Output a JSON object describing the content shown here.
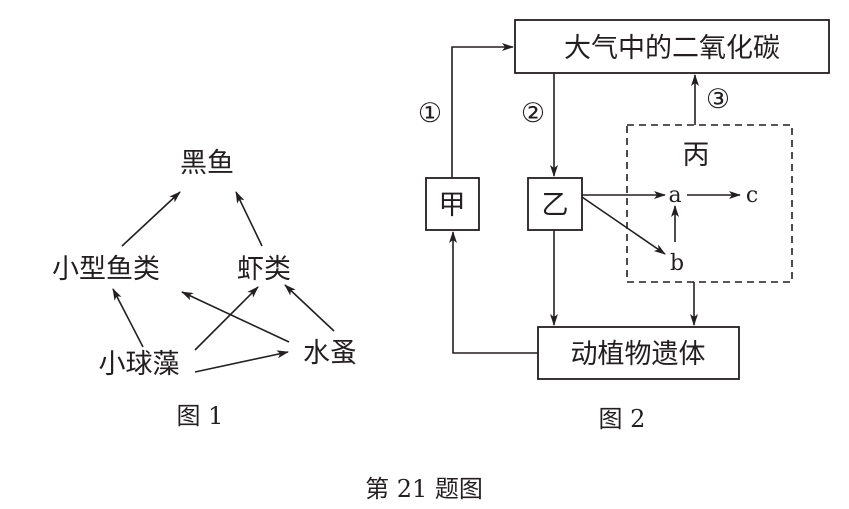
{
  "figure1": {
    "caption": "图 1",
    "nodes": {
      "heiyu": "黑鱼",
      "xiaoxingyulei": "小型鱼类",
      "xialei": "虾类",
      "xiaoqiuzao": "小球藻",
      "shuizao": "水蚤"
    },
    "edges": [
      {
        "from": "小型鱼类",
        "to": "黑鱼"
      },
      {
        "from": "虾类",
        "to": "黑鱼"
      },
      {
        "from": "小球藻",
        "to": "小型鱼类"
      },
      {
        "from": "小球藻",
        "to": "虾类"
      },
      {
        "from": "小球藻",
        "to": "水蚤"
      },
      {
        "from": "水蚤",
        "to": "小型鱼类"
      },
      {
        "from": "水蚤",
        "to": "虾类"
      }
    ]
  },
  "figure2": {
    "caption": "图 2",
    "nodes": {
      "co2": "大气中的二氧化碳",
      "jia": "甲",
      "yi": "乙",
      "bing": "丙",
      "a": "a",
      "b": "b",
      "c": "c",
      "remains": "动植物遗体"
    },
    "process_labels": {
      "p1": "①",
      "p2": "②",
      "p3": "③"
    },
    "edges": [
      {
        "from": "甲",
        "to": "大气中的二氧化碳",
        "label": "①"
      },
      {
        "from": "大气中的二氧化碳",
        "to": "乙",
        "label": "②"
      },
      {
        "from": "丙",
        "to": "大气中的二氧化碳",
        "label": "③"
      },
      {
        "from": "乙",
        "to": "a"
      },
      {
        "from": "乙",
        "to": "b"
      },
      {
        "from": "b",
        "to": "a"
      },
      {
        "from": "a",
        "to": "c"
      },
      {
        "from": "乙",
        "to": "动植物遗体"
      },
      {
        "from": "丙",
        "to": "动植物遗体"
      },
      {
        "from": "动植物遗体",
        "to": "甲"
      }
    ]
  },
  "caption": "第 21 题图"
}
